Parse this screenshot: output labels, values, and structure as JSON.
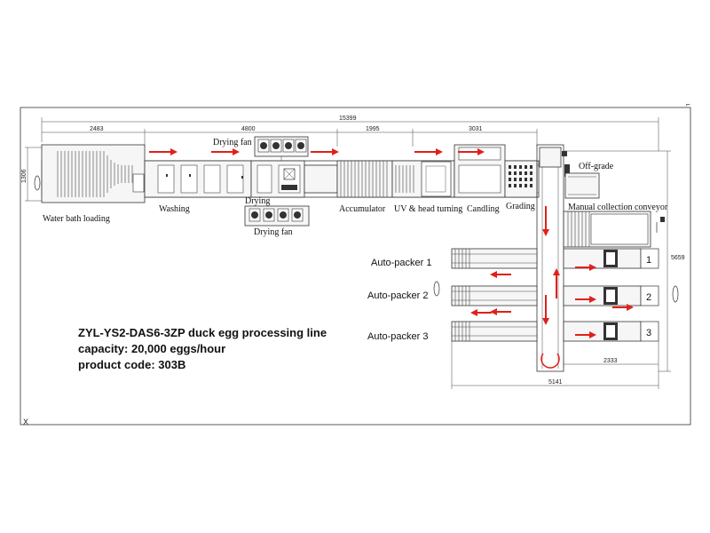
{
  "title": {
    "line1": "ZYL-YS2-DAS6-3ZP duck egg processing line",
    "line2": "capacity: 20,000 eggs/hour",
    "line3": "product code: 303B"
  },
  "labels": {
    "water_bath": "Water bath loading",
    "washing": "Washing",
    "drying_fan_top": "Drying fan",
    "drying": "Drying",
    "drying_fan_bottom": "Drying fan",
    "accumulator": "Accumulator",
    "uv_head": "UV & head turning",
    "candling": "Candling",
    "grading": "Grading",
    "off_grade": "Off-grade",
    "manual_collection": "Manual collection conveyor",
    "auto_packer_1": "Auto-packer 1",
    "auto_packer_2": "Auto-packer 2",
    "auto_packer_3": "Auto-packer 3",
    "packer_num_1": "1",
    "packer_num_2": "2",
    "packer_num_3": "3"
  },
  "dimensions": {
    "overall": "15399",
    "d_2483": "2483",
    "d_4800": "4800",
    "d_1995": "1995",
    "d_3031": "3031",
    "height_1306": "1306",
    "height_5659": "5659",
    "d_5141": "5141",
    "d_2333": "2333"
  },
  "corner_mark": "X",
  "colors": {
    "arrow": "#e0201b",
    "line": "#333333"
  }
}
